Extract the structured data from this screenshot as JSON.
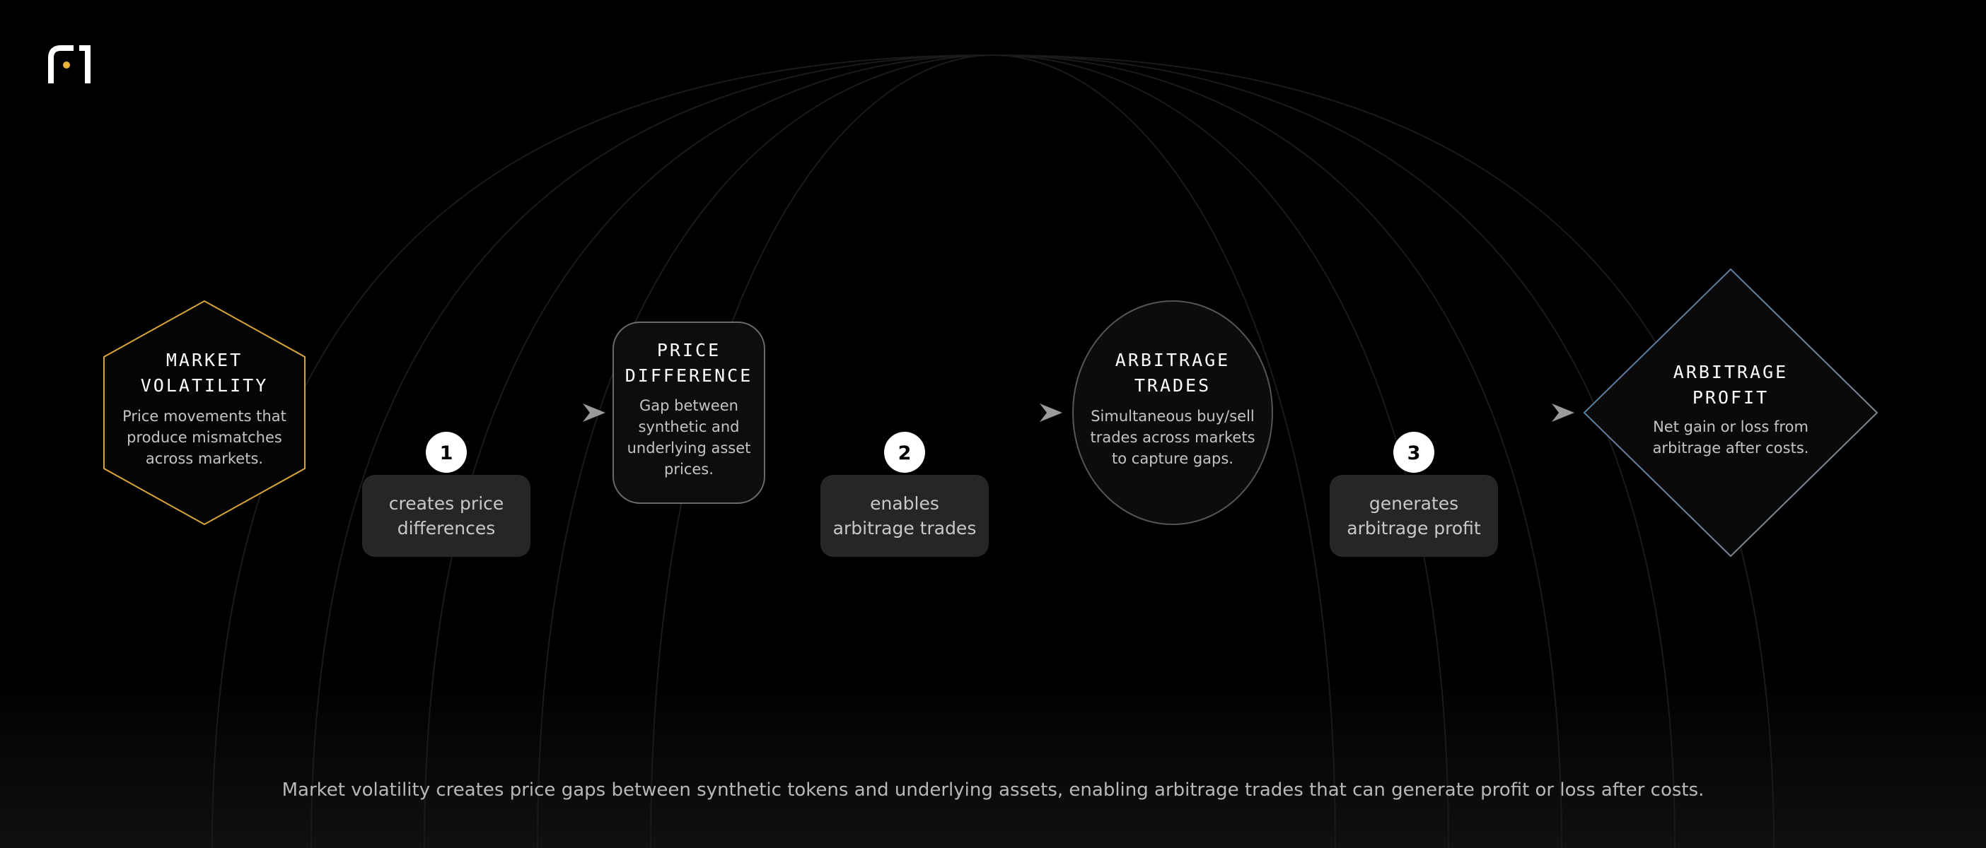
{
  "nodes": [
    {
      "id": "market-volatility",
      "shape": "hexagon",
      "border_color": "#d9a53a",
      "title": [
        "MARKET",
        "VOLATILITY"
      ],
      "desc": [
        "Price movements that",
        "produce mismatches",
        "across markets."
      ]
    },
    {
      "id": "price-difference",
      "shape": "rounded-rect",
      "border_color": "#6a6a6a",
      "title": [
        "PRICE",
        "DIFFERENCE"
      ],
      "desc": [
        "Gap between",
        "synthetic and",
        "underlying asset",
        "prices."
      ]
    },
    {
      "id": "arbitrage-trades",
      "shape": "ellipse",
      "border_color": "#555555",
      "title": [
        "ARBITRAGE",
        "TRADES"
      ],
      "desc": [
        "Simultaneous buy/sell",
        "trades across markets",
        "to capture gaps."
      ]
    },
    {
      "id": "arbitrage-profit",
      "shape": "diamond",
      "border_color": "#5a7fa6",
      "title": [
        "ARBITRAGE",
        "PROFIT"
      ],
      "desc": [
        "Net gain or loss from",
        "arbitrage after costs."
      ]
    }
  ],
  "steps": [
    {
      "number": "1",
      "label": [
        "creates price",
        "differences"
      ]
    },
    {
      "number": "2",
      "label": [
        "enables",
        "arbitrage trades"
      ]
    },
    {
      "number": "3",
      "label": [
        "generates",
        "arbitrage profit"
      ]
    }
  ],
  "caption": "Market volatility creates price gaps between synthetic tokens and underlying assets, enabling arbitrage trades that can generate profit or loss after costs.",
  "colors": {
    "background": "#000000",
    "accent_yellow": "#e8b43a",
    "badge_fill": "#ffffff",
    "pill_fill": "#262626",
    "arrow": "#9a9a9a"
  },
  "logo": {
    "icon": "brand-logo-icon"
  }
}
